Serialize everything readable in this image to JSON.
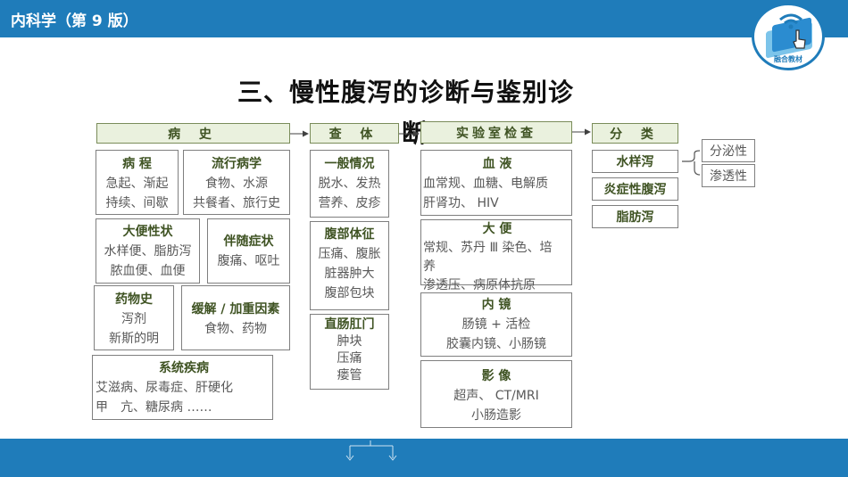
{
  "header": {
    "book_title": "内科学（第 9 版）",
    "logo_label": "融合教材"
  },
  "title": {
    "line1": "三、慢性腹泻的诊断与鉴别诊",
    "line2": "断"
  },
  "sections": {
    "history": "病 史",
    "exam": "查 体",
    "lab": "实验室检查",
    "classify": "分 类"
  },
  "history": {
    "course": {
      "title": "病 程",
      "lines": [
        "急起、渐起",
        "持续、间歇"
      ]
    },
    "epidemiology": {
      "title": "流行病学",
      "lines": [
        "食物、水源",
        "共餐者、旅行史"
      ]
    },
    "stool": {
      "title": "大便性状",
      "lines": [
        "水样便、脂肪泻",
        "脓血便、血便"
      ]
    },
    "symptoms": {
      "title": "伴随症状",
      "lines": [
        "腹痛、呕吐"
      ]
    },
    "drugs": {
      "title": "药物史",
      "lines": [
        "泻剂",
        "新斯的明"
      ]
    },
    "factors": {
      "title": "缓解 / 加重因素",
      "lines": [
        "食物、药物"
      ]
    },
    "systemic": {
      "title": "系统疾病",
      "lines": [
        "艾滋病、尿毒症、肝硬化",
        "甲　亢、糖尿病 ……"
      ]
    }
  },
  "exam": {
    "general": {
      "title": "一般情况",
      "lines": [
        "脱水、发热",
        "营养、皮疹"
      ]
    },
    "abdomen": {
      "title": "腹部体征",
      "lines": [
        "压痛、腹胀",
        "脏器肿大",
        "腹部包块"
      ]
    },
    "rectal": {
      "title": "直肠肛门",
      "lines": [
        "肿块",
        "压痛",
        "瘘管"
      ]
    }
  },
  "lab": {
    "blood": {
      "title": "血 液",
      "lines": [
        "血常规、血糖、电解质",
        "肝肾功、 HIV"
      ]
    },
    "stool": {
      "title": "大 便",
      "lines": [
        "常规、苏丹 Ⅲ 染色、培",
        "养",
        "渗透压、病原体抗原"
      ]
    },
    "endoscopy": {
      "title": "内 镜",
      "lines": [
        "肠镜 + 活检",
        "胶囊内镜、小肠镜"
      ]
    },
    "imaging": {
      "title": "影 像",
      "lines": [
        "超声、 CT/MRI",
        "小肠造影"
      ]
    }
  },
  "classify": {
    "watery": "水样泻",
    "inflammatory": "炎症性腹泻",
    "fatty": "脂肪泻",
    "secretory": "分泌性",
    "osmotic": "渗透性"
  }
}
